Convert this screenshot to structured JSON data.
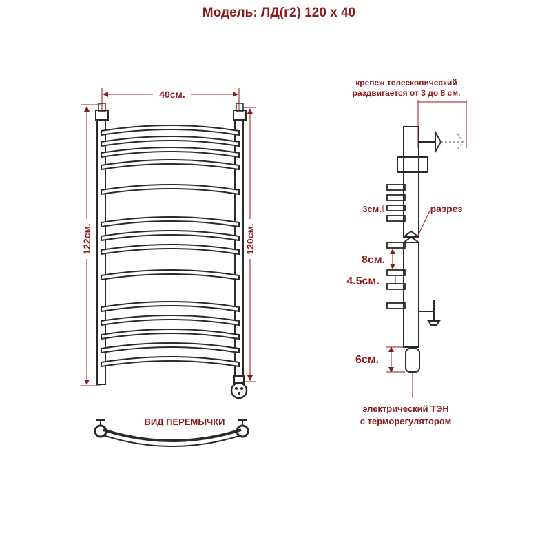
{
  "title": "Модель: ЛД(г2) 120 х 40",
  "front_view": {
    "width_label": "40см.",
    "height_outer_label": "122см.",
    "height_inner_label": "120см.",
    "bar_count": 14
  },
  "jumper_view": {
    "label": "ВИД ПЕРЕМЫЧКИ"
  },
  "side_view": {
    "mount_label_line1": "крепеж телескопический",
    "mount_label_line2": "раздвигается от 3 до 8 см.",
    "dim_3cm": "3см.",
    "cut_label": "разрез",
    "dim_8cm": "8см.",
    "dim_4_5cm": "4.5см.",
    "dim_6cm": "6см.",
    "heater_label_line1": "электрический  ТЭН",
    "heater_label_line2": "с терморегулятором"
  },
  "colors": {
    "label": "#8a1c1c",
    "line": "#2a2a2a"
  }
}
